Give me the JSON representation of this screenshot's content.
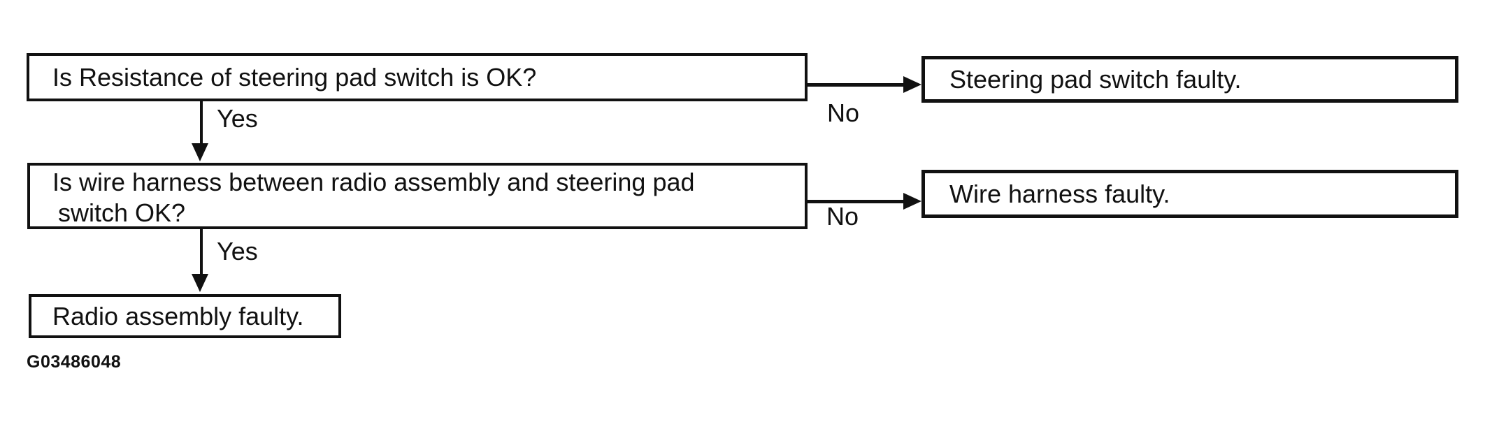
{
  "figure": {
    "id_label": "G03486048",
    "background": "#ffffff",
    "ink": "#111111"
  },
  "labels": {
    "yes": "Yes",
    "no": "No"
  },
  "nodes": {
    "q1": {
      "text": "Is Resistance of steering pad switch is OK?"
    },
    "r1": {
      "text": "Steering pad switch faulty."
    },
    "q2": {
      "lines": [
        "Is wire harness between radio assembly and steering pad",
        "switch OK?"
      ]
    },
    "r2": {
      "text": "Wire harness faulty."
    },
    "r3": {
      "text": "Radio assembly faulty."
    }
  }
}
